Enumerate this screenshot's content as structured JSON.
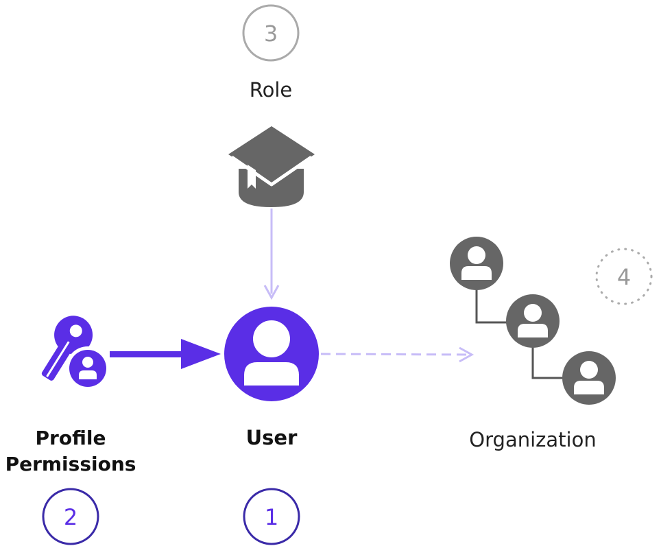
{
  "colors": {
    "primary": "#5a2ee6",
    "primary_dark": "#3a2aa8",
    "gray_icon": "#666666",
    "gray_circle": "#aaaaaa",
    "connector_light": "#c7bcf7"
  },
  "nodes": {
    "role": {
      "step": "3",
      "label": "Role",
      "icon": "graduation-cap-icon"
    },
    "user": {
      "step": "1",
      "label": "User",
      "icon": "user-icon"
    },
    "profile_permissions": {
      "step": "2",
      "label_line1": "Profile",
      "label_line2": "Permissions",
      "icon": "key-user-icon"
    },
    "organization": {
      "step": "4",
      "label": "Organization",
      "icon": "org-hierarchy-icon"
    }
  }
}
